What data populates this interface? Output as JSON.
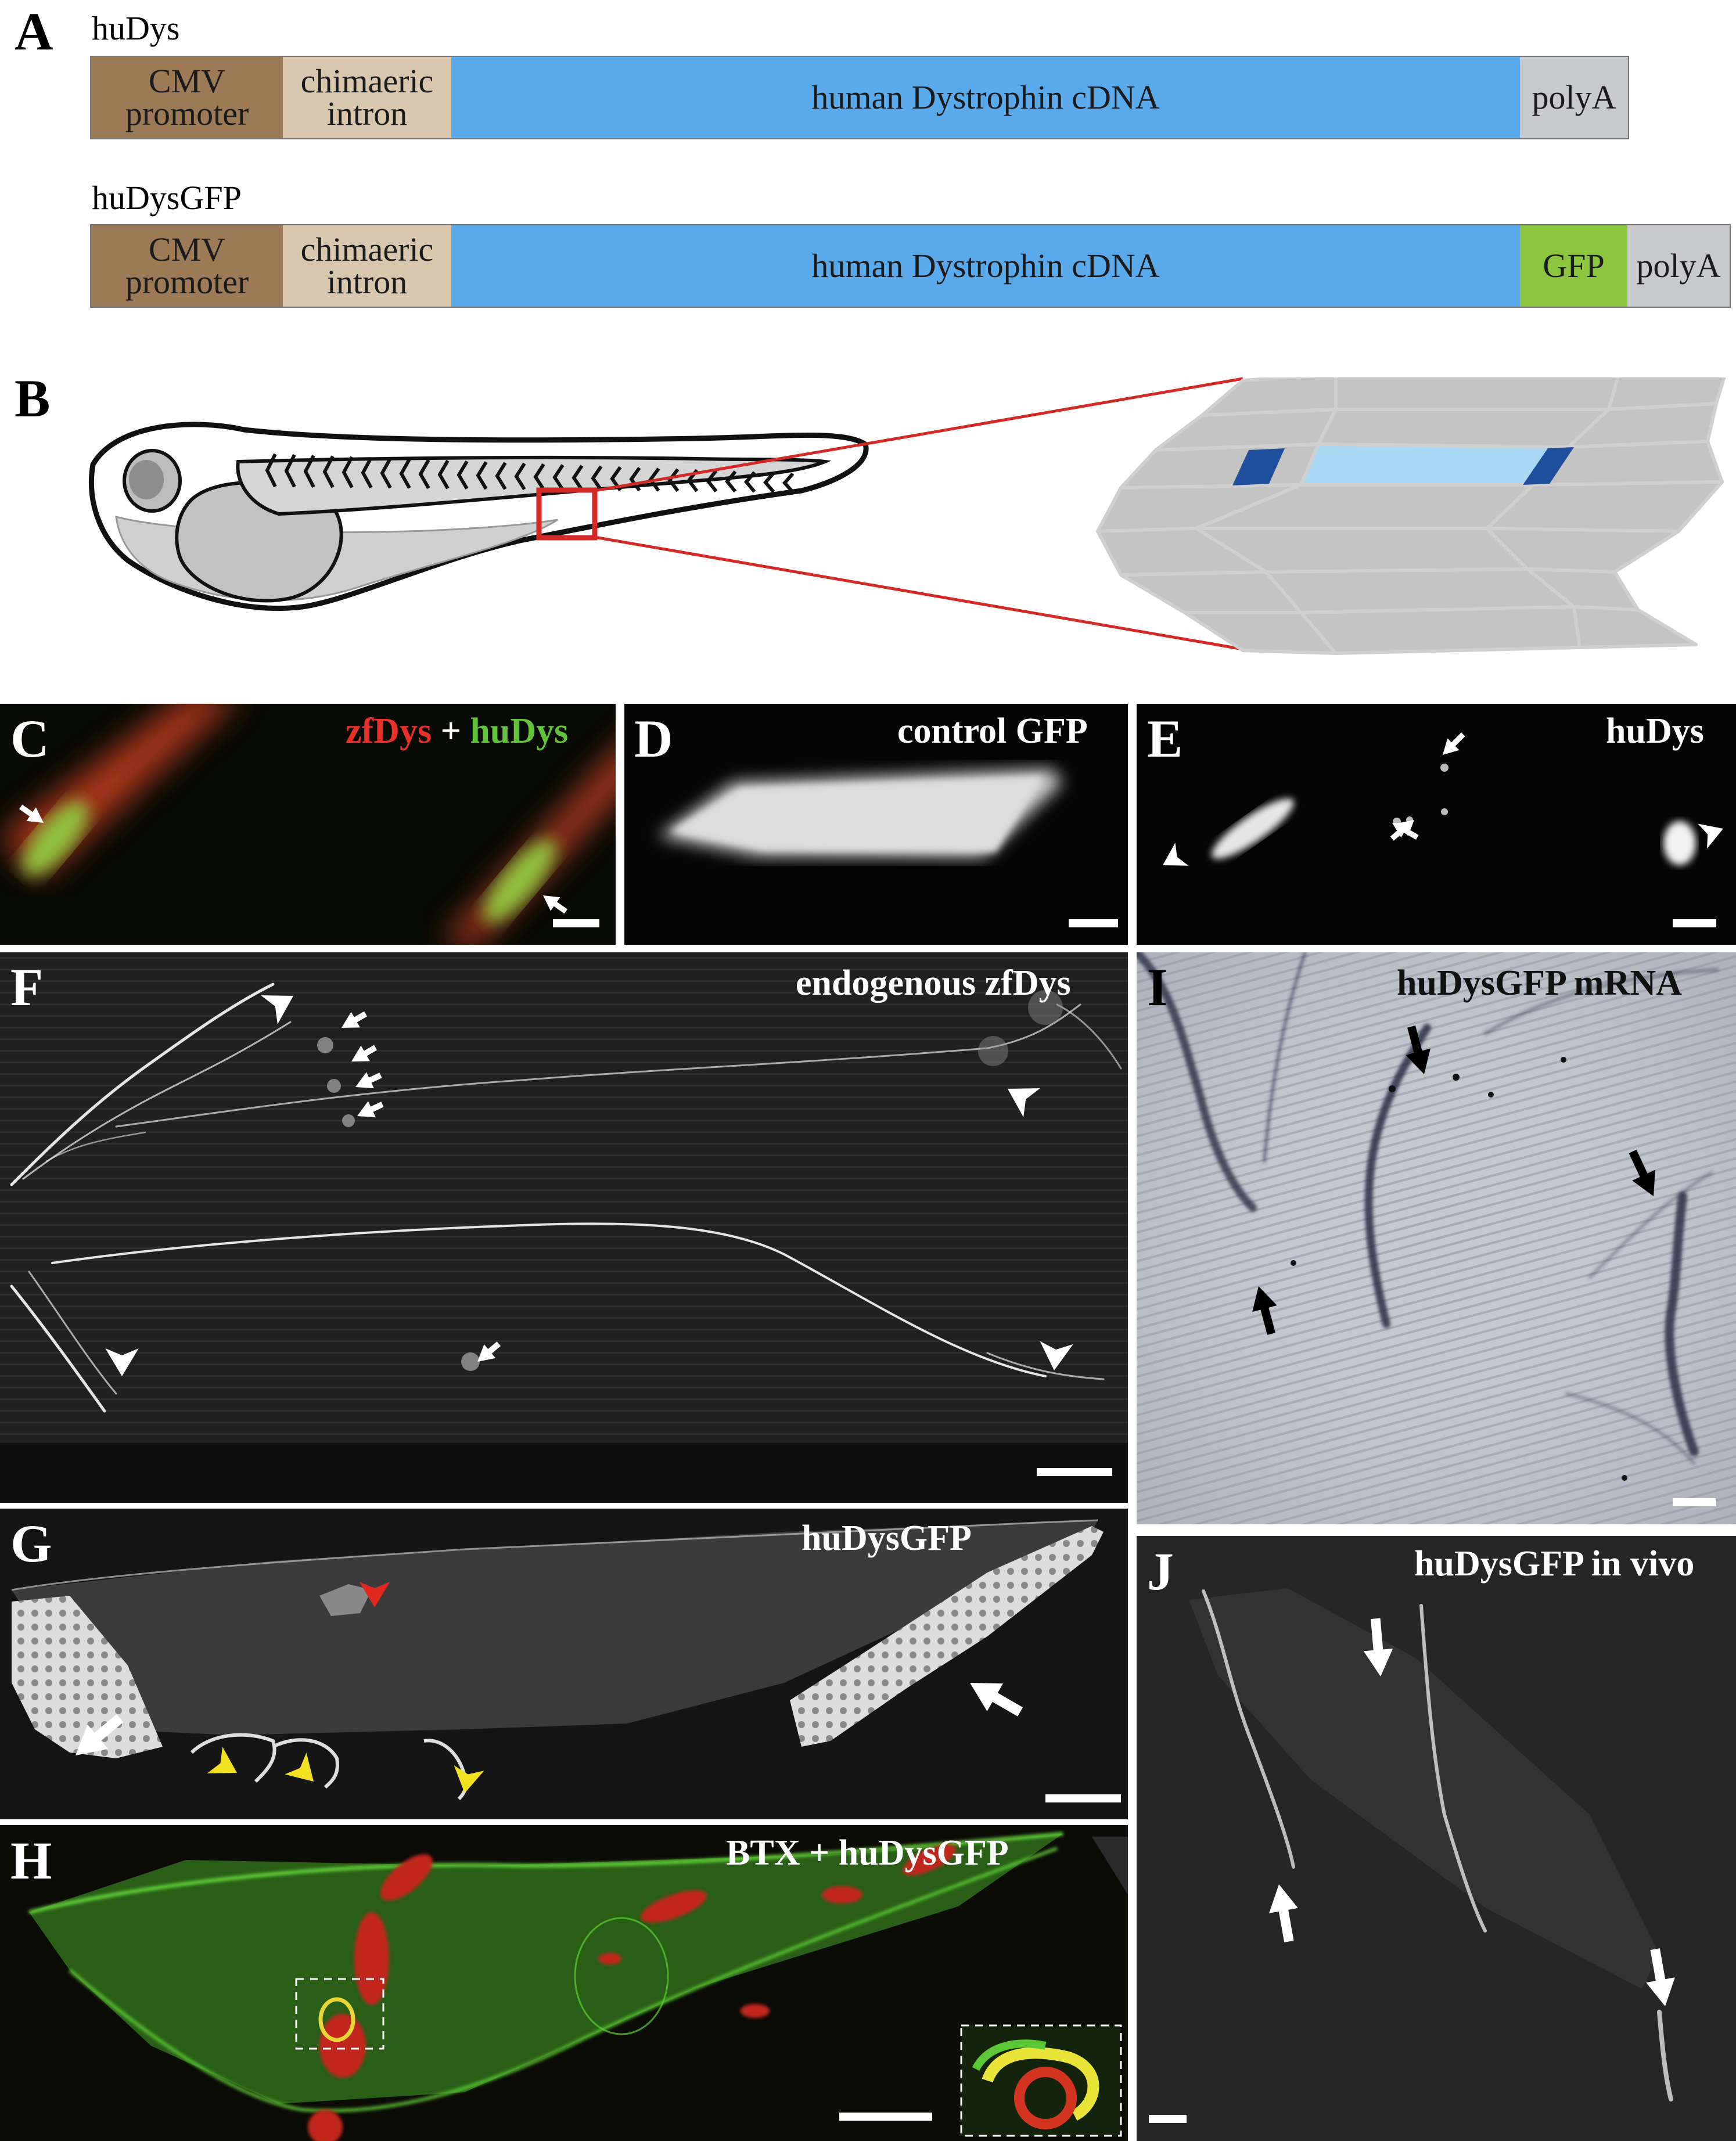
{
  "panel_labels": {
    "A": "A",
    "B": "B",
    "C": "C",
    "D": "D",
    "E": "E",
    "F": "F",
    "G": "G",
    "H": "H",
    "I": "I",
    "J": "J"
  },
  "construct_huDys": {
    "name": "huDys",
    "segments": {
      "promoter": "CMV promoter",
      "intron": "chimaeric intron",
      "cdna": "human Dystrophin cDNA",
      "polya": "polyA"
    }
  },
  "construct_huDysGFP": {
    "name": "huDysGFP",
    "segments": {
      "promoter": "CMV promoter",
      "intron": "chimaeric intron",
      "cdna": "human Dystrophin cDNA",
      "gfp": "GFP",
      "polya": "polyA"
    }
  },
  "panel_titles": {
    "C_part1": "zfDys",
    "C_plus": " + ",
    "C_part2": "huDys",
    "D": "control GFP",
    "E": "huDys",
    "F": "endogenous zfDys",
    "G": "huDysGFP",
    "H": "BTX + huDysGFP",
    "I": "huDysGFP mRNA",
    "J": "huDysGFP in vivo"
  },
  "colors": {
    "promoter": "#9b7a55",
    "intron": "#d8c7ad",
    "cdna": "#5aaaeb",
    "gfp": "#8cc63f",
    "polya": "#c7c9cc",
    "red_label": "#e8312a",
    "green_label": "#62c23a",
    "box_red": "#d42a26"
  }
}
